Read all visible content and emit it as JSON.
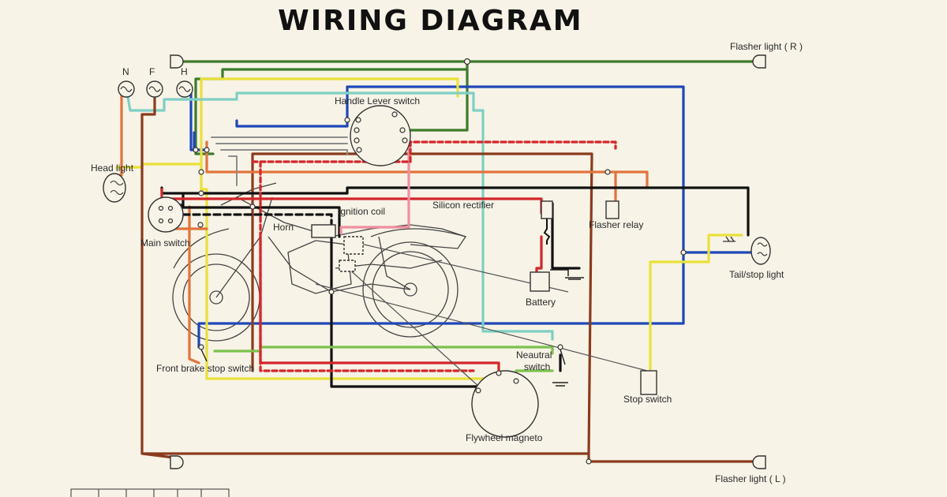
{
  "title": "WIRING  DIAGRAM",
  "labels": {
    "flasher_r": "Flasher light ( R )",
    "flasher_l": "Flasher light ( L )",
    "handle_lever_switch": "Handle Lever switch",
    "head_light": "Head light",
    "main_switch": "Main switch",
    "ignition_coil": "Ignition coil",
    "horn": "Horn",
    "silicon_rectifier": "Silicon rectifier",
    "flasher_relay": "Flasher relay",
    "tail_stop_light": "Tail/stop light",
    "battery": "Battery",
    "front_brake_stop_switch": "Front brake stop switch",
    "neutral_switch": "Neautral\nswitch",
    "stop_switch": "Stop switch",
    "flywheel_magneto": "Flywheel magneto",
    "ind_n": "N",
    "ind_f": "F",
    "ind_h": "H"
  },
  "colors": {
    "green": "#3d7a2a",
    "blue": "#1f47b8",
    "yellow": "#e9e13a",
    "brown": "#8a3b1c",
    "black": "#111111",
    "red": "#d3262a",
    "orange": "#e2743c",
    "skyblue": "#7ecfc4",
    "gray": "#8d8d8d",
    "pink": "#ef8fa0",
    "limegreen": "#7cc14d"
  }
}
